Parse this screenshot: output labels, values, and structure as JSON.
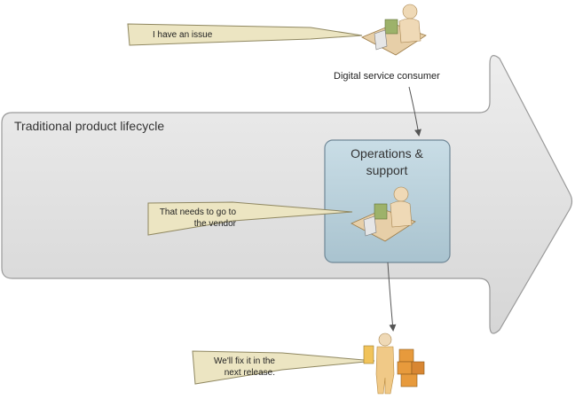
{
  "lifecycle": {
    "label": "Traditional product lifecycle"
  },
  "consumer": {
    "label": "Digital service consumer",
    "speech": "I have an issue"
  },
  "operations": {
    "title": "Operations & support",
    "speech": "That needs to go to the vendor"
  },
  "vendor": {
    "speech": "We'll fix it in the next release."
  },
  "colors": {
    "arrow_fill": "#e1e1e1",
    "arrow_stroke": "#9a9a9a",
    "ops_fill": "#bcd2dc",
    "ops_stroke": "#6f8796",
    "callout_fill": "#ece5c2",
    "callout_stroke": "#8f8760"
  },
  "icons": {
    "consumer": "person-at-desk-icon",
    "operations": "person-at-desk-icon",
    "vendor": "person-with-boxes-icon"
  }
}
